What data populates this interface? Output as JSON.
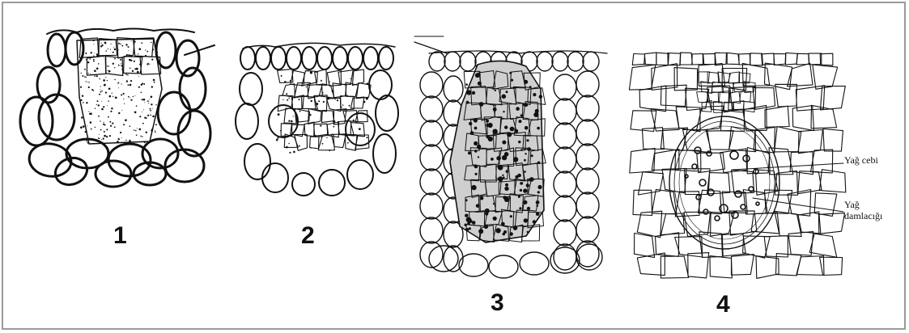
{
  "panels": [
    {
      "number": "1"
    },
    {
      "number": "2"
    },
    {
      "number": "3"
    },
    {
      "number": "4"
    }
  ],
  "annotations": {
    "oil_pocket": "Yağ cebi",
    "oil_droplet_line1": "Yağ",
    "oil_droplet_line2": "damlacığı"
  },
  "colors": {
    "stroke": "#111111",
    "frame": "#9a9a9a"
  }
}
